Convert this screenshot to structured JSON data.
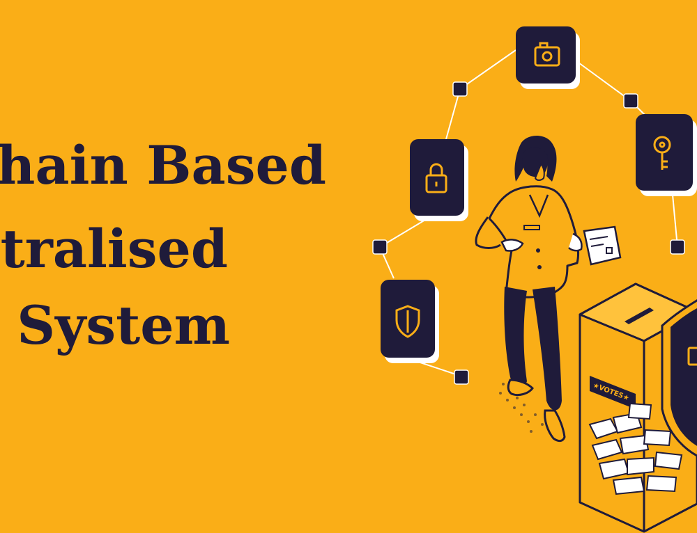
{
  "headline": {
    "line1": "kchain Based",
    "line2": "ntralised",
    "line3": "ng System"
  },
  "illustration": {
    "ballot_label": "★VOTES★",
    "icons": [
      "camera-icon",
      "key-icon",
      "lock-icon",
      "shield-icon"
    ]
  },
  "colors": {
    "background": "#FAAE17",
    "ink": "#1F1B3A",
    "paper": "#FFFFFF"
  }
}
